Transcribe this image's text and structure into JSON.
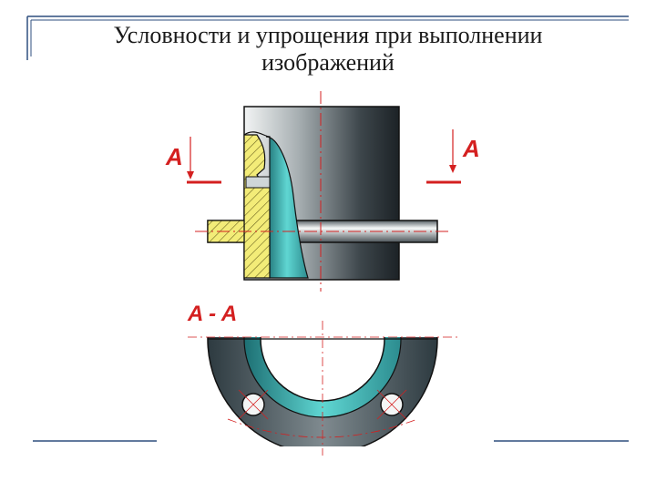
{
  "slide": {
    "title_line1": "Условности и упрощения при выполнении",
    "title_line2": "изображений"
  },
  "drawing": {
    "section_letter_left": "A",
    "section_letter_right": "A",
    "section_label": "A - A"
  },
  "colors": {
    "accent_red": "#d42020",
    "frame_blue": "#2f4f7f",
    "hatch_yellow": "#f3ec78",
    "steel_dark": "#3b4a52",
    "steel_mid": "#8d979c",
    "cyan_surface": "#8fe3e0"
  }
}
